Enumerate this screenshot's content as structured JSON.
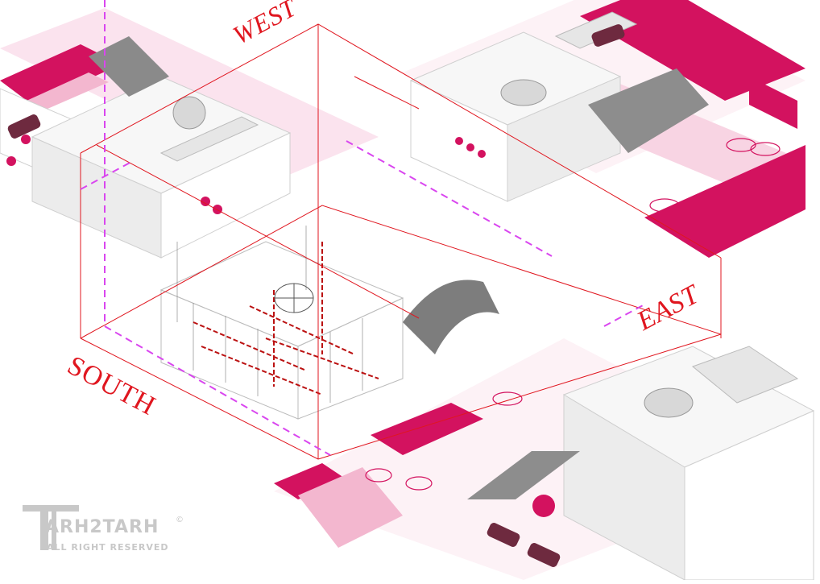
{
  "labels": {
    "west": "WEST",
    "east": "EAST",
    "south": "SOUTH"
  },
  "logo": {
    "name": "ARH2TARH",
    "tagline": "ALL RIGHT RESERVED",
    "mark": "©"
  },
  "colors": {
    "magenta": "#d3125f",
    "red_frame": "#e0161f",
    "dashed_guide": "#d946ef",
    "building_white": "#f7f7f7",
    "building_shade": "#e2e2e2",
    "logo_gray": "#c8c8c8"
  }
}
